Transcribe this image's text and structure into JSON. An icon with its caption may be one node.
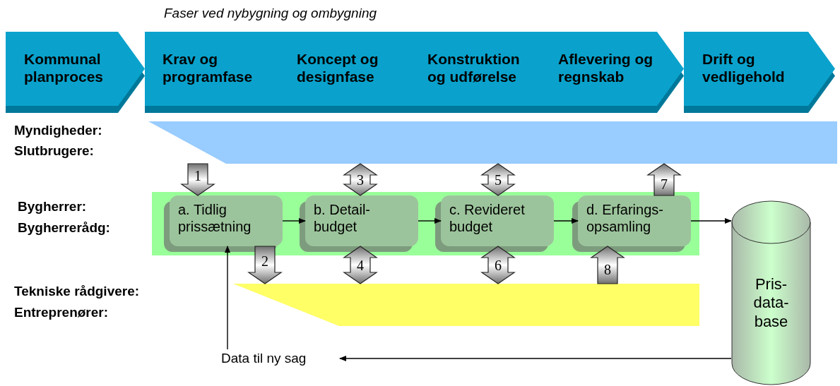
{
  "diagram": {
    "title": "Faser ved nybygning og ombygning",
    "nodes": [
      {
        "text": [
          "Kommunal planproces"
        ]
      },
      {
        "text": [
          "Krav og programfase",
          "Koncept og designfase",
          "Konstruktion og udførelse",
          "Aflevering og regnskab"
        ]
      },
      {
        "text": [
          "Drift og vedligehold"
        ]
      },
      {
        "text": [],
        "shape": "box"
      },
      {
        "text": [],
        "shape": "box"
      },
      {
        "text": [],
        "shape": "box"
      },
      {
        "text": [
          "a. Tidlig prissætning"
        ],
        "in": 4
      },
      {
        "text": [
          "b. Detail- budget"
        ],
        "in": 4
      },
      {
        "text": [
          "c. Revideret budget"
        ],
        "in": 4
      },
      {
        "text": [
          "d. Erfarings- opsamling"
        ],
        "in": 4
      },
      {
        "text": [
          "Pris- data- base"
        ]
      },
      {
        "text": [
          "Data til ny sag"
        ]
      }
    ],
    "edges": [
      {
        "from": 3,
        "to": 6,
        "arrow": "to",
        "label": "1",
        "style": "thick"
      },
      {
        "from": 6,
        "to": 5,
        "arrow": "to",
        "label": "2",
        "style": "thick"
      },
      {
        "from": 3,
        "to": 7,
        "arrow": "both",
        "label": "3",
        "style": "thick"
      },
      {
        "from": 7,
        "to": 5,
        "arrow": "both",
        "label": "4",
        "style": "thick"
      },
      {
        "from": 3,
        "to": 8,
        "arrow": "both",
        "label": "5",
        "style": "thick"
      },
      {
        "from": 8,
        "to": 5,
        "arrow": "both",
        "label": "6",
        "style": "thick"
      },
      {
        "from": 9,
        "to": 3,
        "arrow": "to",
        "label": "7",
        "style": "thick"
      },
      {
        "from": 5,
        "to": 9,
        "arrow": "to",
        "label": "8",
        "style": "thick"
      },
      {
        "from": 6,
        "to": 7,
        "arrow": "to"
      },
      {
        "from": 7,
        "to": 8,
        "arrow": "to"
      },
      {
        "from": 8,
        "to": 9,
        "arrow": "to"
      },
      {
        "from": 9,
        "to": 10,
        "arrow": "to"
      },
      {
        "from": 10,
        "to": 11,
        "arrow": "to"
      },
      {
        "from": 11,
        "to": 6,
        "arrow": "to"
      }
    ],
    "labels": [
      "Myndigheder:",
      "Slutbrugere:",
      "Bygherrer:",
      "Bygherrerådg:",
      "Tekniske rådgivere:",
      "Entreprenører:"
    ]
  }
}
